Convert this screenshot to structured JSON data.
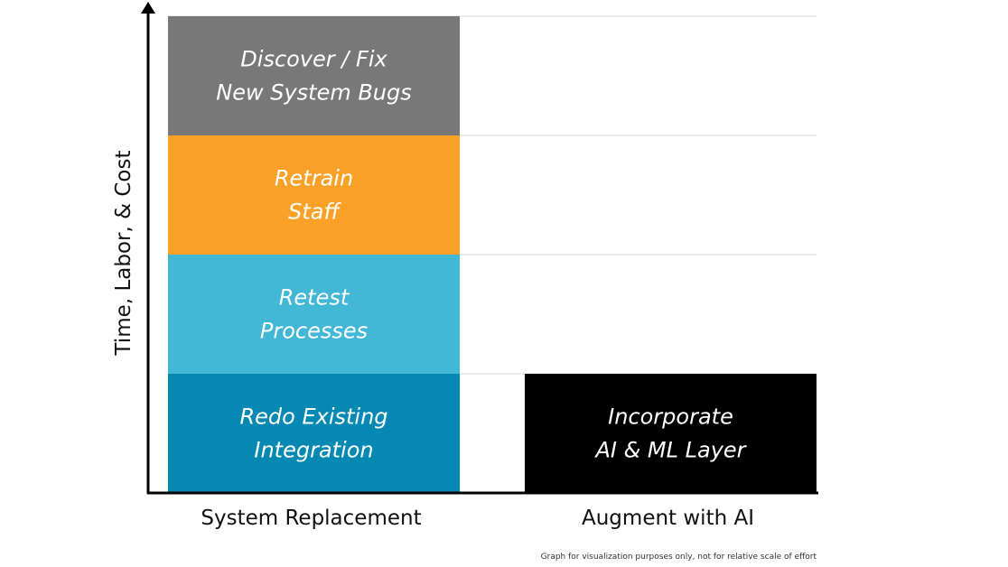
{
  "chart_data": {
    "type": "bar",
    "stacked": true,
    "ylabel": "Time, Labor, & Cost",
    "categories": [
      "System Replacement",
      "Augment with AI"
    ],
    "series": [
      {
        "values": [
          1,
          1
        ],
        "labels": [
          "Redo Existing Integration",
          "Incorporate AI & ML Layer"
        ],
        "colors": [
          "#0588b2",
          "#000000"
        ]
      },
      {
        "values": [
          1,
          0
        ],
        "labels": [
          "Retest Processes",
          ""
        ],
        "colors": [
          "#42b8d6",
          ""
        ]
      },
      {
        "values": [
          1,
          0
        ],
        "labels": [
          "Retrain Staff",
          ""
        ],
        "colors": [
          "#fba128",
          ""
        ]
      },
      {
        "values": [
          1,
          0
        ],
        "labels": [
          "Discover / Fix New System Bugs",
          ""
        ],
        "colors": [
          "#787878",
          ""
        ]
      }
    ],
    "ylim": [
      0,
      4
    ],
    "grid": true,
    "gridColor": "#d9d9d9",
    "axisColor": "#000000"
  },
  "footnote": "Graph for visualization purposes only, not for relative scale of effort"
}
